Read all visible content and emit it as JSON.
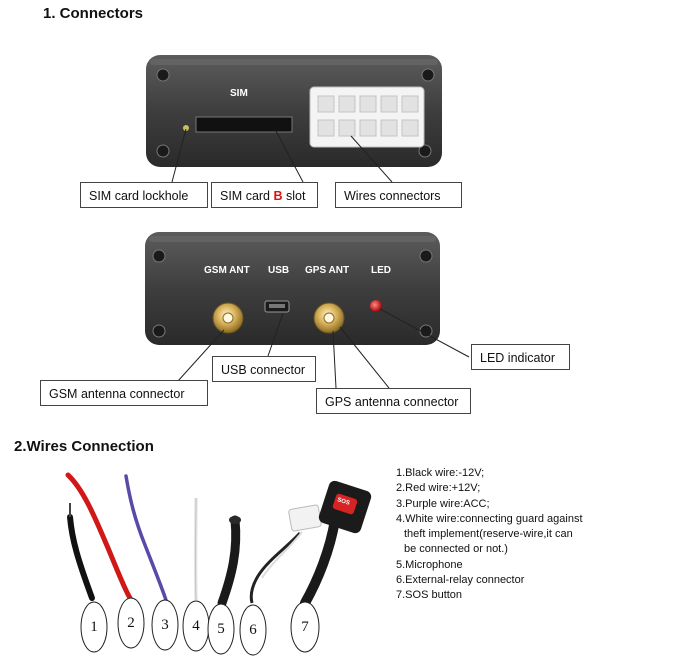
{
  "section1": {
    "title": "1. Connectors"
  },
  "device1": {
    "sim_label": "SIM",
    "callouts": {
      "sim_lockhole": "SIM card lockhole",
      "sim_slot_prefix": "SIM card ",
      "sim_slot_mark": "B",
      "sim_slot_suffix": " slot",
      "wires_connectors": "Wires connectors"
    }
  },
  "device2": {
    "labels": {
      "gsm": "GSM ANT",
      "usb": "USB",
      "gps": "GPS ANT",
      "led": "LED"
    },
    "callouts": {
      "led_indicator": "LED indicator",
      "usb_connector": "USB connector",
      "gsm_antenna": "GSM antenna connector",
      "gps_antenna": "GPS antenna connector"
    }
  },
  "section2": {
    "title": "2.Wires Connection"
  },
  "wire_numbers": [
    "1",
    "2",
    "3",
    "4",
    "5",
    "6",
    "7"
  ],
  "sos_label": "SOS",
  "legend": [
    "1.Black wire:-12V;",
    "2.Red wire:+12V;",
    "3.Purple wire:ACC;",
    "4.White wire:connecting guard against",
    "theft implement(reserve-wire,it can",
    "be connected or not.)",
    "5.Microphone",
    "6.External-relay connector",
    "7.SOS button"
  ]
}
